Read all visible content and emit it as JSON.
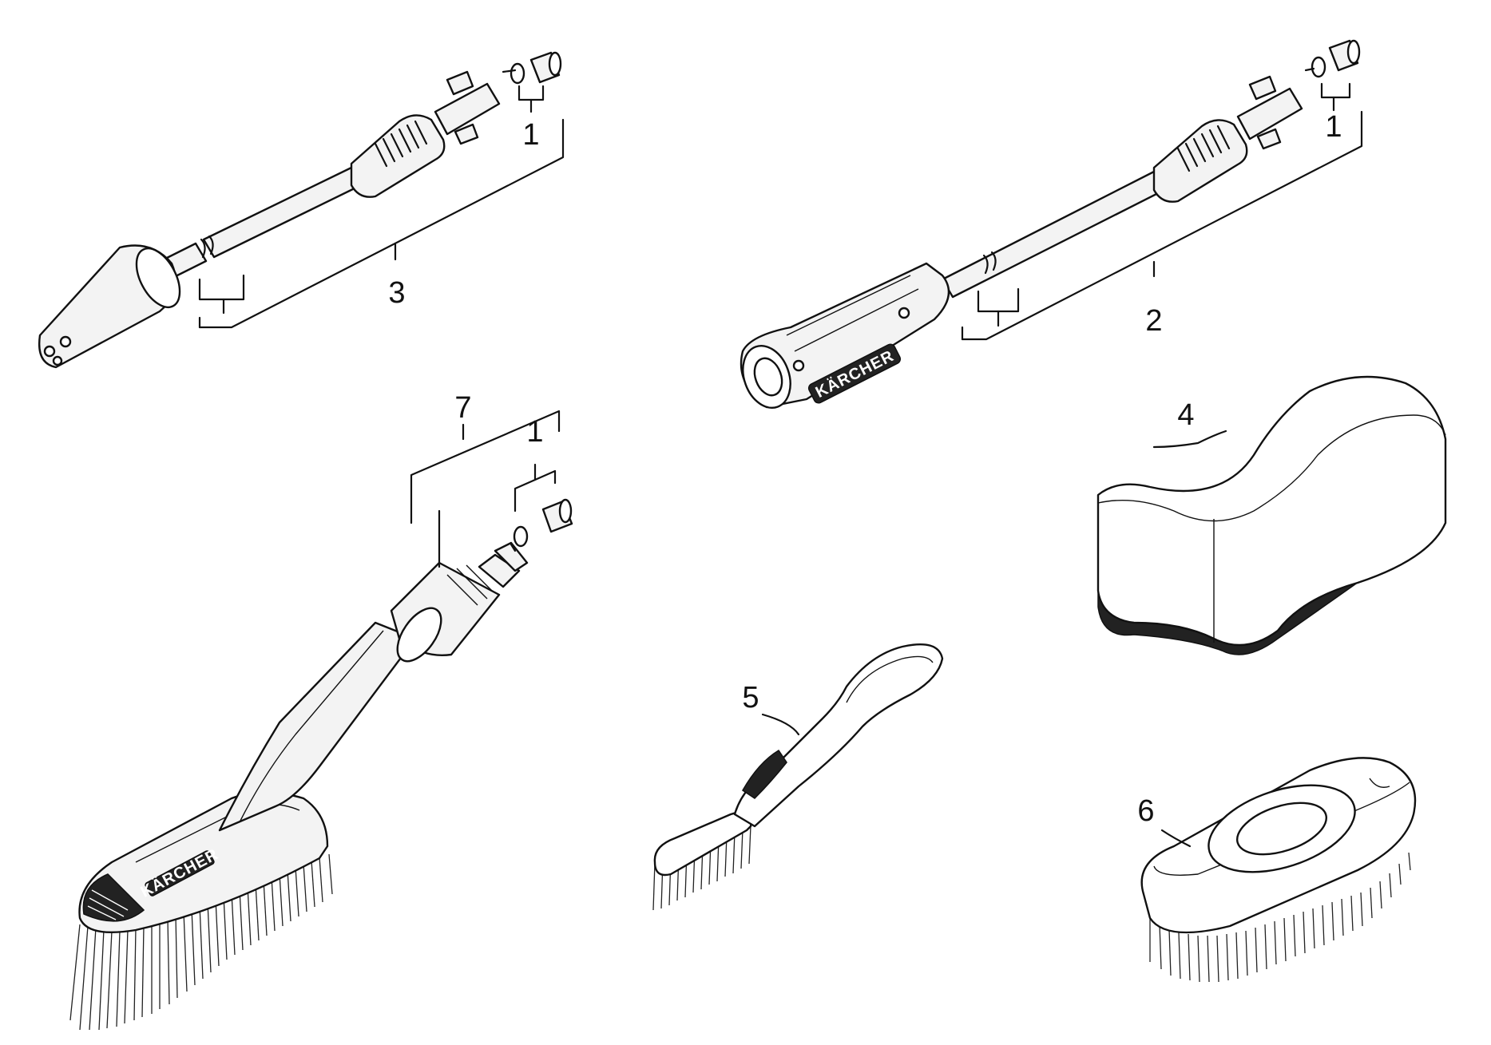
{
  "callouts": {
    "nozzle_assembly_connector": "1",
    "handle_assembly_connector": "1",
    "wash_brush_connector": "1",
    "handle_lance": "2",
    "rotary_nozzle_lance": "3",
    "sponge": "4",
    "detail_brush": "5",
    "hand_brush": "6",
    "wash_brush": "7"
  },
  "brand_text": {
    "handle": "KÄRCHER",
    "wash_brush": "KÄRCHER"
  }
}
